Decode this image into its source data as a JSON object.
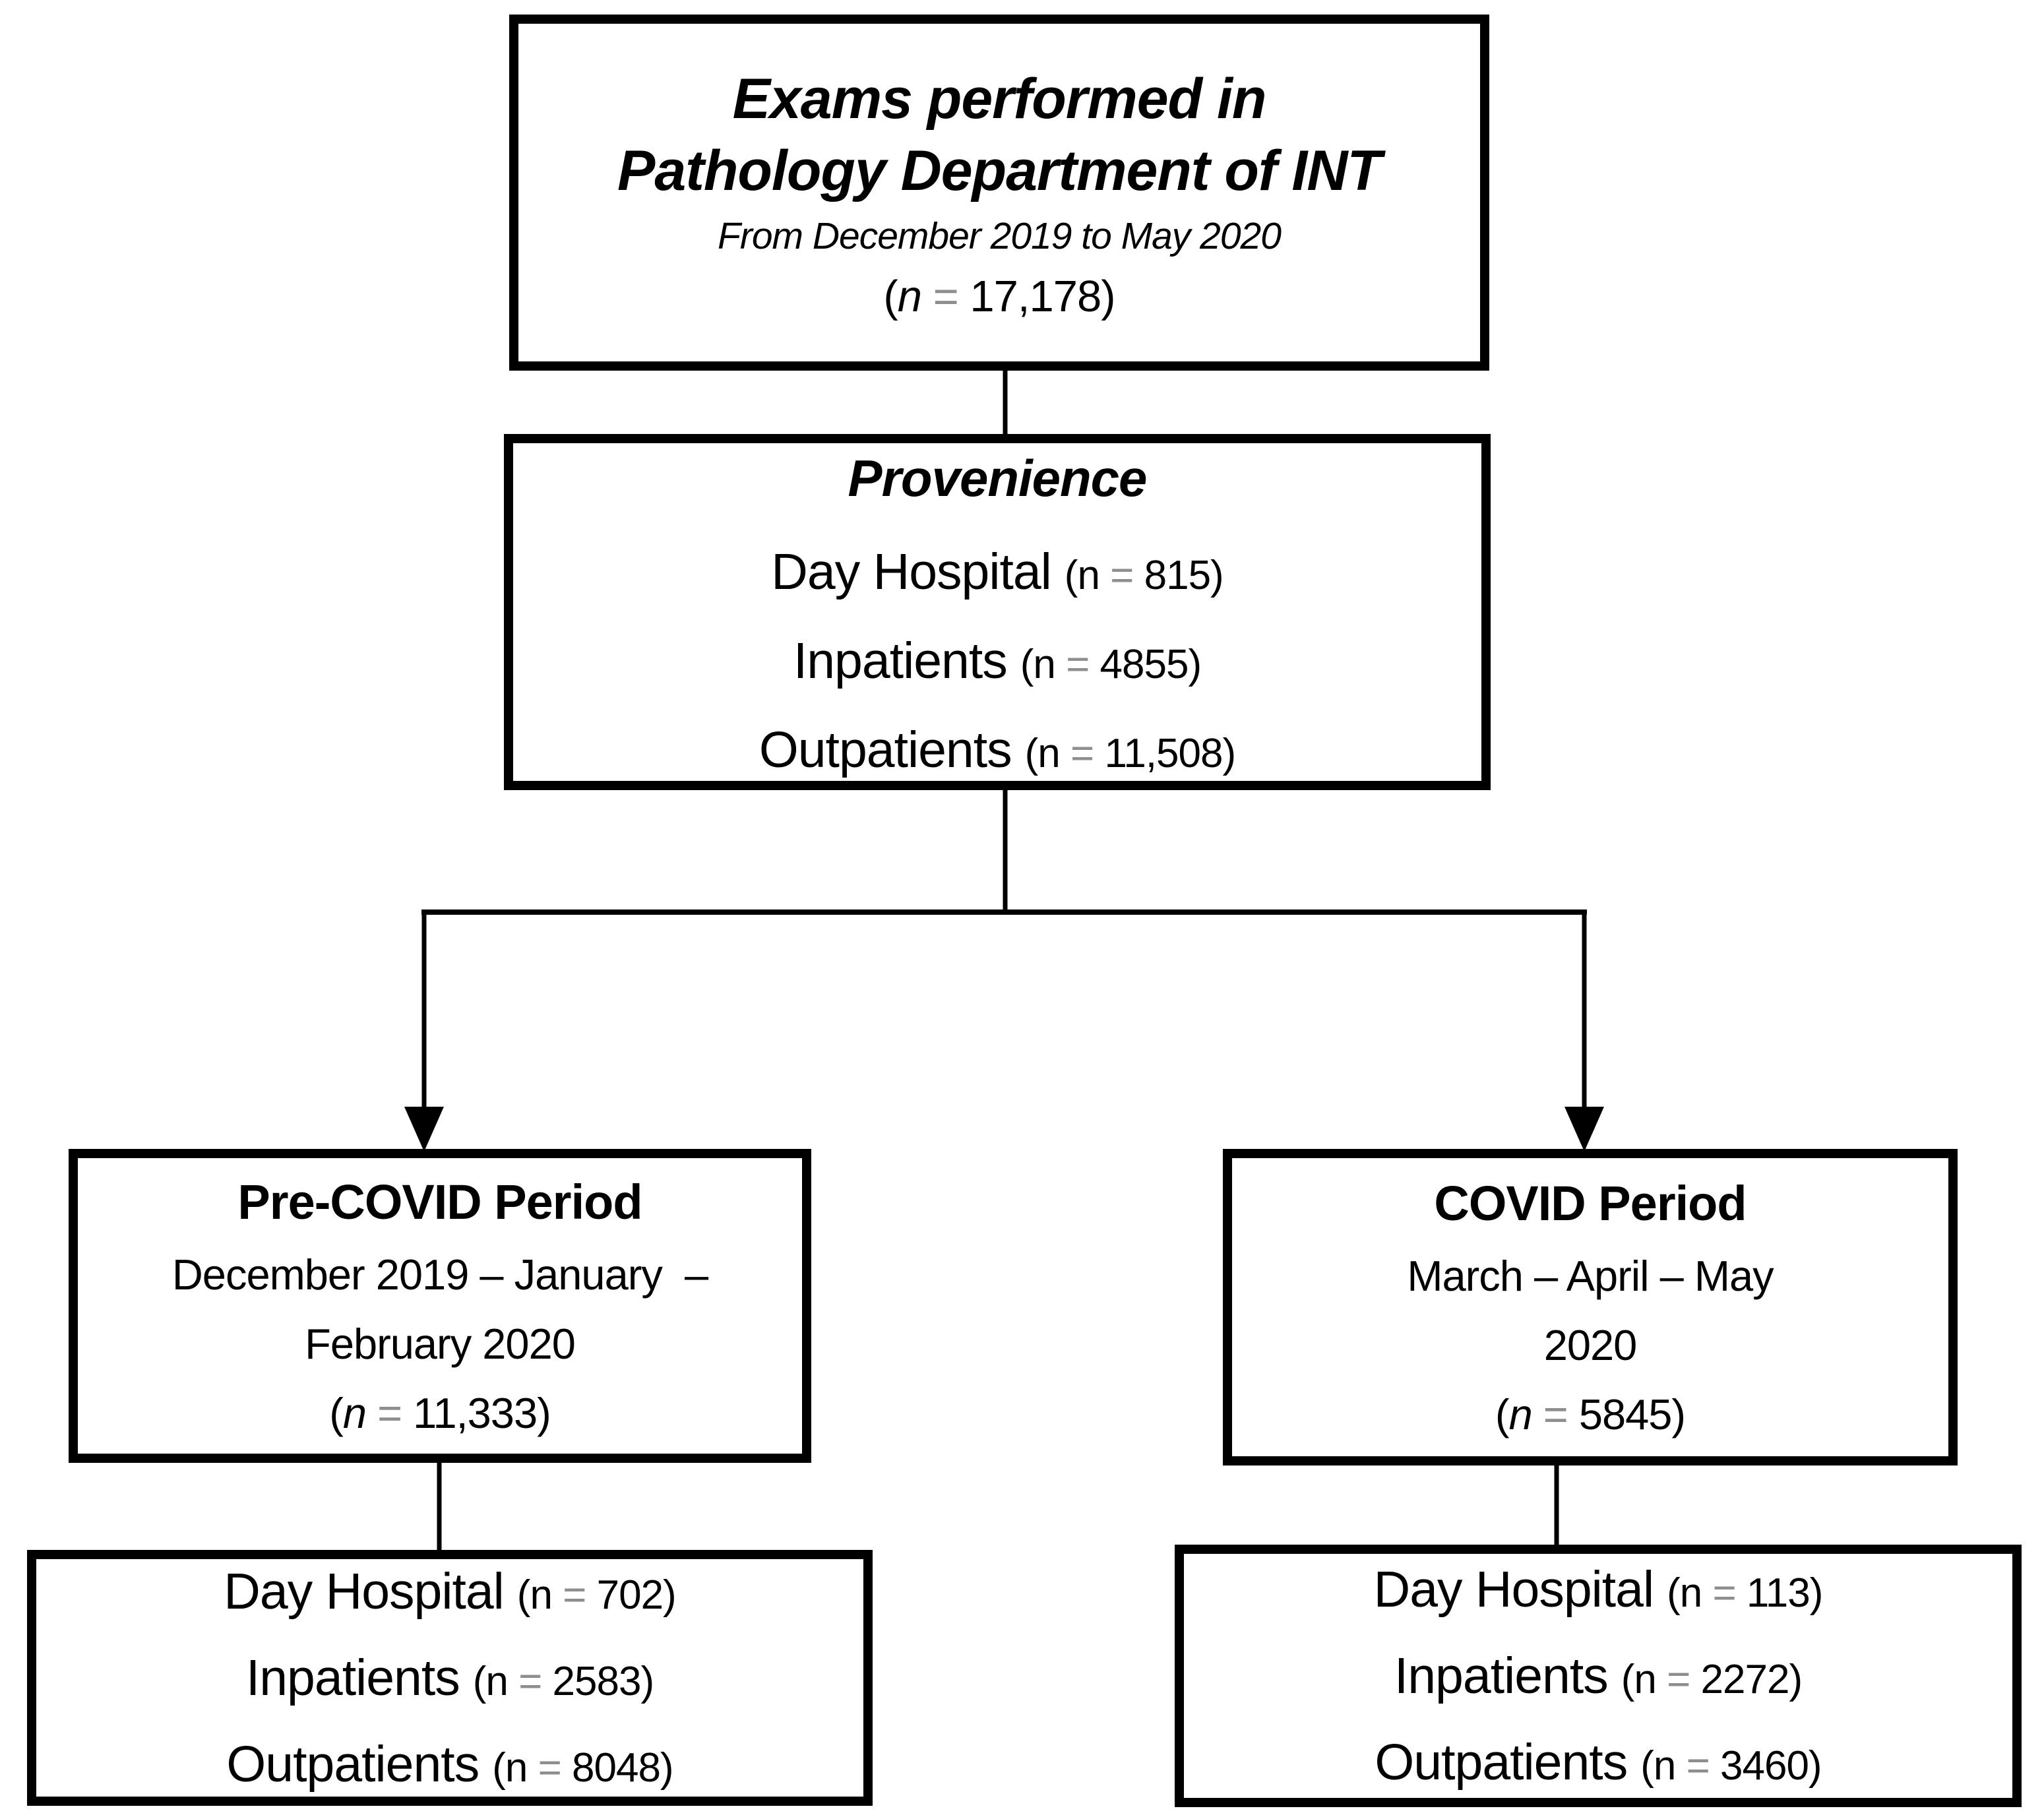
{
  "diagram": {
    "root": {
      "title_line1": "Exams performed in",
      "title_line2": "Pathology Department of INT",
      "subtitle": "From December 2019 to May 2020",
      "n_total": "(n = 17,178)"
    },
    "provenience": {
      "heading": "Provenience",
      "rows": [
        {
          "label": "Day Hospital",
          "count": "(n = 815)"
        },
        {
          "label": "Inpatients",
          "count": "(n = 4855)"
        },
        {
          "label": "Outpatients",
          "count": "(n = 11,508)"
        }
      ]
    },
    "pre_covid": {
      "heading": "Pre-COVID Period",
      "period_line1": "December 2019 – January  –",
      "period_line2": "February 2020",
      "n": "(n = 11,333)"
    },
    "covid": {
      "heading": "COVID Period",
      "period_line1": "March – April – May",
      "period_line2": "2020",
      "n": "(n = 5845)"
    },
    "pre_covid_breakdown": {
      "rows": [
        {
          "label": "Day Hospital",
          "count": "(n = 702)"
        },
        {
          "label": "Inpatients",
          "count": "(n = 2583)"
        },
        {
          "label": "Outpatients",
          "count": "(n = 8048)"
        }
      ]
    },
    "covid_breakdown": {
      "rows": [
        {
          "label": "Day Hospital",
          "count": "(n = 113)"
        },
        {
          "label": "Inpatients",
          "count": "(n = 2272)"
        },
        {
          "label": "Outpatients",
          "count": "(n = 3460)"
        }
      ]
    },
    "colors": {
      "line": "#000000",
      "text": "#000000",
      "equals_gray": "#8e8e8e",
      "background": "#ffffff"
    }
  }
}
